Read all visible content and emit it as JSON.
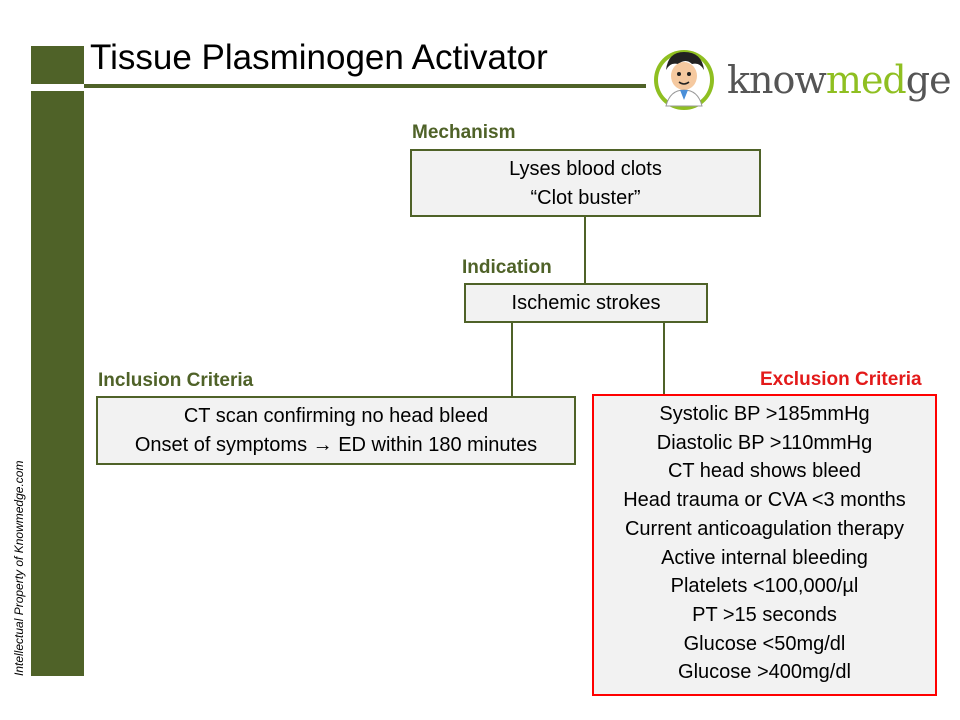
{
  "title": "Tissue Plasminogen Activator",
  "brand": {
    "part1": "know",
    "part2": "med",
    "part3": "ge"
  },
  "watermark": "Intellectual Property of Knowmedge.com",
  "mechanism": {
    "label": "Mechanism",
    "lines": [
      "Lyses blood clots",
      "“Clot buster”"
    ]
  },
  "indication": {
    "label": "Indication",
    "lines": [
      "Ischemic strokes"
    ]
  },
  "inclusion": {
    "label": "Inclusion Criteria",
    "lines": [
      "CT scan confirming no head bleed",
      "Onset of symptoms → ED within 180 minutes"
    ]
  },
  "exclusion": {
    "label": "Exclusion Criteria",
    "lines": [
      "Systolic BP >185mmHg",
      "Diastolic BP >110mmHg",
      "CT head shows bleed",
      "Head trauma or CVA <3 months",
      "Current anticoagulation therapy",
      "Active internal bleeding",
      "Platelets <100,000/µl",
      "PT >15 seconds",
      "Glucose <50mg/dl",
      "Glucose >400mg/dl"
    ]
  },
  "colors": {
    "accent_green": "#4f6228",
    "exclusion_red": "#ff0000",
    "box_fill": "#f2f2f2",
    "brand_green": "#8fbf21"
  }
}
